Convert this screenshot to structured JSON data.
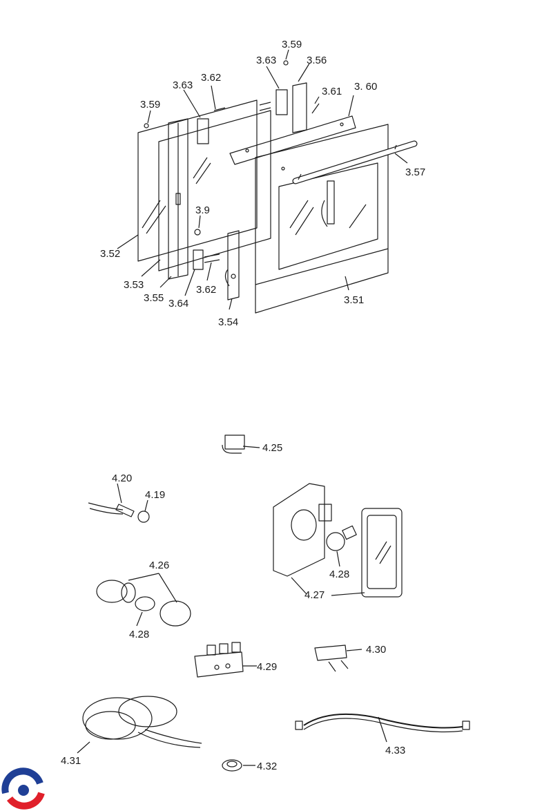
{
  "labels": {
    "p3_59a": "3.59",
    "p3_63a": "3.63",
    "p3_56": "3.56",
    "p3_63b": "3.63",
    "p3_62a": "3.62",
    "p3_61": "3.61",
    "p3_60": "3. 60",
    "p3_59b": "3.59",
    "p3_57": "3.57",
    "p3_9": "3.9",
    "p3_52": "3.52",
    "p3_53": "3.53",
    "p3_55": "3.55",
    "p3_64": "3.64",
    "p3_62b": "3.62",
    "p3_51": "3.51",
    "p3_54": "3.54",
    "p4_25": "4.25",
    "p4_20": "4.20",
    "p4_19": "4.19",
    "p4_26": "4.26",
    "p4_28a": "4.28",
    "p4_28b": "4.28",
    "p4_27": "4.27",
    "p4_29": "4.29",
    "p4_30": "4.30",
    "p4_31": "4.31",
    "p4_32": "4.32",
    "p4_33": "4.33"
  },
  "colors": {
    "line": "#1a1a1a",
    "logo_blue": "#1f3f96",
    "logo_red": "#e0202a"
  }
}
